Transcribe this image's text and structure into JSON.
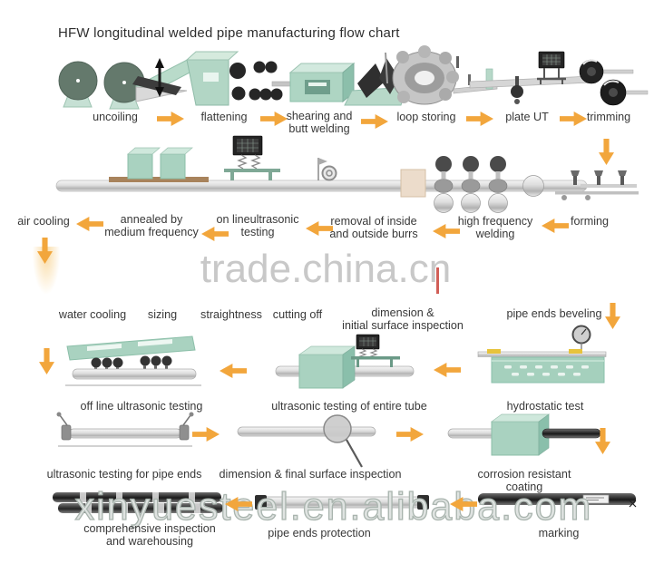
{
  "title": "HFW longitudinal welded pipe manufacturing flow chart",
  "watermarks": {
    "center": "trade.china.cn",
    "bottom": "xinyuesteel.en.alibaba.com"
  },
  "colors": {
    "machine_mint": "#a9d2c0",
    "machine_mint_light": "#cfe8dc",
    "coil_green": "#64796c",
    "arrow_orange": "#f2a63c",
    "label_text": "#383838",
    "watermark_gray": "#c8c8c8",
    "watermark_red": "#c9423a"
  },
  "rows": [
    {
      "name": "strip-preparation",
      "steps": [
        "uncoiling",
        "flattening",
        "shearing and\nbutt welding",
        "loop storing",
        "plate UT",
        "trimming"
      ]
    },
    {
      "name": "welding-line",
      "steps": [
        "air cooling",
        "annealed by\nmedium frequency",
        "on lineultrasonic\ntesting",
        "removal of inside\nand outside burrs",
        "high frequency\nwelding",
        "forming"
      ]
    },
    {
      "name": "sizing-cutting",
      "steps": [
        "water cooling",
        "sizing",
        "straightness",
        "cutting off",
        "dimension &\ninitial surface inspection",
        "pipe ends beveling"
      ]
    },
    {
      "name": "testing",
      "steps": [
        "off line ultrasonic testing",
        "ultrasonic testing of entire tube",
        "hydrostatic test"
      ]
    },
    {
      "name": "final-testing",
      "steps": [
        "ultrasonic testing for pipe ends",
        "dimension & final surface inspection",
        "corrosion resistant coating"
      ]
    },
    {
      "name": "dispatch",
      "steps": [
        "comprehensive inspection\nand warehousing",
        "pipe ends protection",
        "marking"
      ]
    }
  ]
}
